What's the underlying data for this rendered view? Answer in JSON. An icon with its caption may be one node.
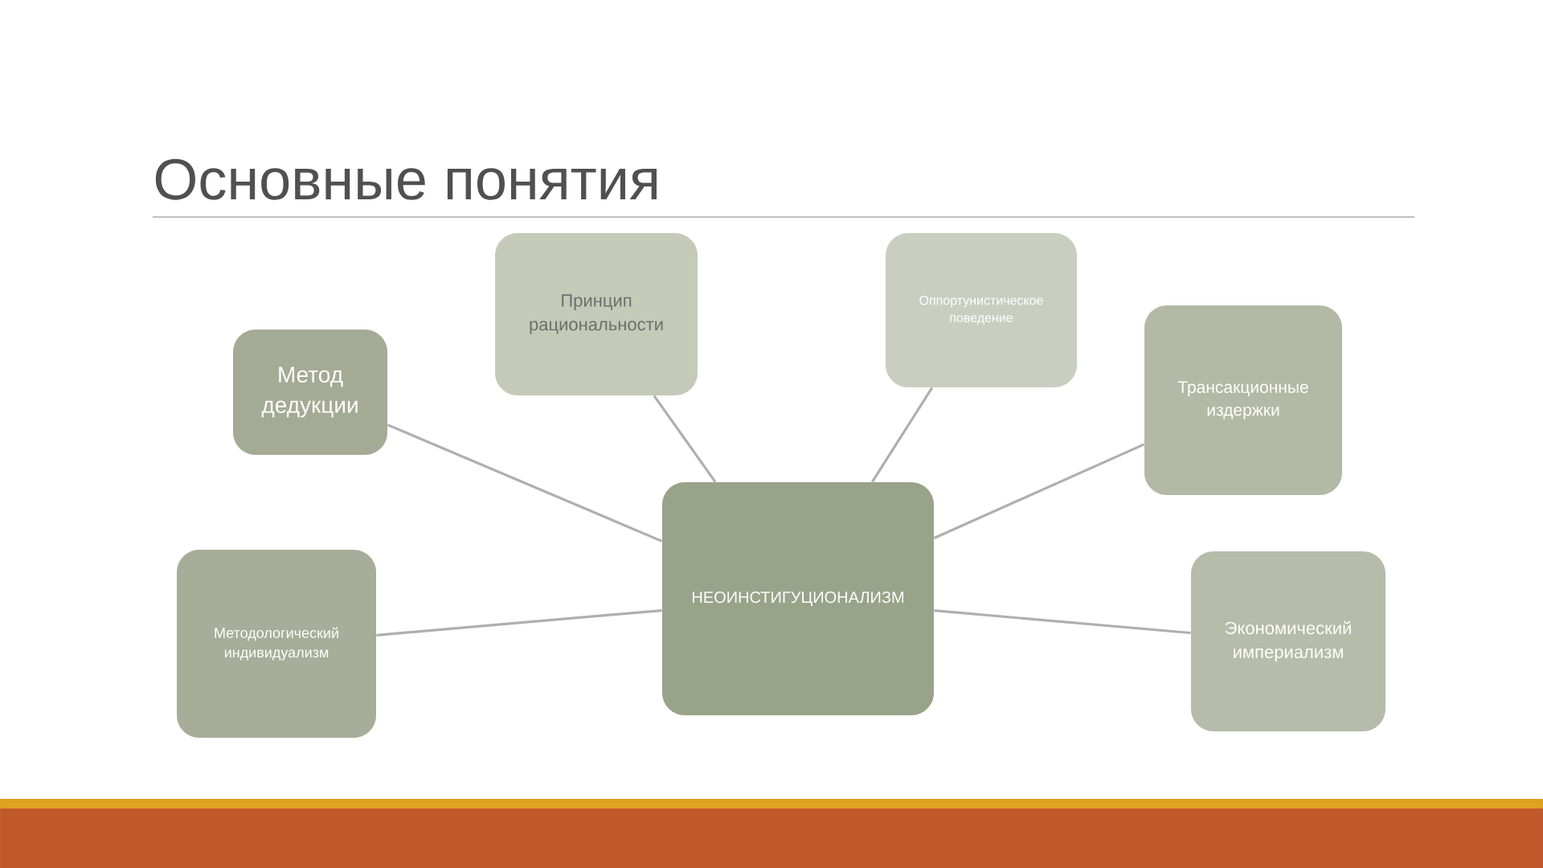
{
  "diagram": {
    "title": "Основные понятия",
    "nodes": [
      {
        "text": [
          "Принцип рациональности"
        ]
      },
      {
        "text": [
          "Оппортунистическое поведение"
        ]
      },
      {
        "text": [
          "Метод дедукции"
        ]
      },
      {
        "text": [
          "Трансакционные издержки"
        ]
      },
      {
        "text": [
          "НЕОИНСТИГУЦИОНАЛИЗМ"
        ]
      },
      {
        "text": [
          "Методологический индивидуализм"
        ]
      },
      {
        "text": [
          "Экономический империализм"
        ]
      }
    ],
    "edges": [
      {
        "from": 4,
        "to": 0,
        "arrow": "none"
      },
      {
        "from": 4,
        "to": 1,
        "arrow": "none"
      },
      {
        "from": 4,
        "to": 2,
        "arrow": "none"
      },
      {
        "from": 4,
        "to": 3,
        "arrow": "none"
      },
      {
        "from": 4,
        "to": 5,
        "arrow": "none"
      },
      {
        "from": 4,
        "to": 6,
        "arrow": "none"
      }
    ]
  }
}
